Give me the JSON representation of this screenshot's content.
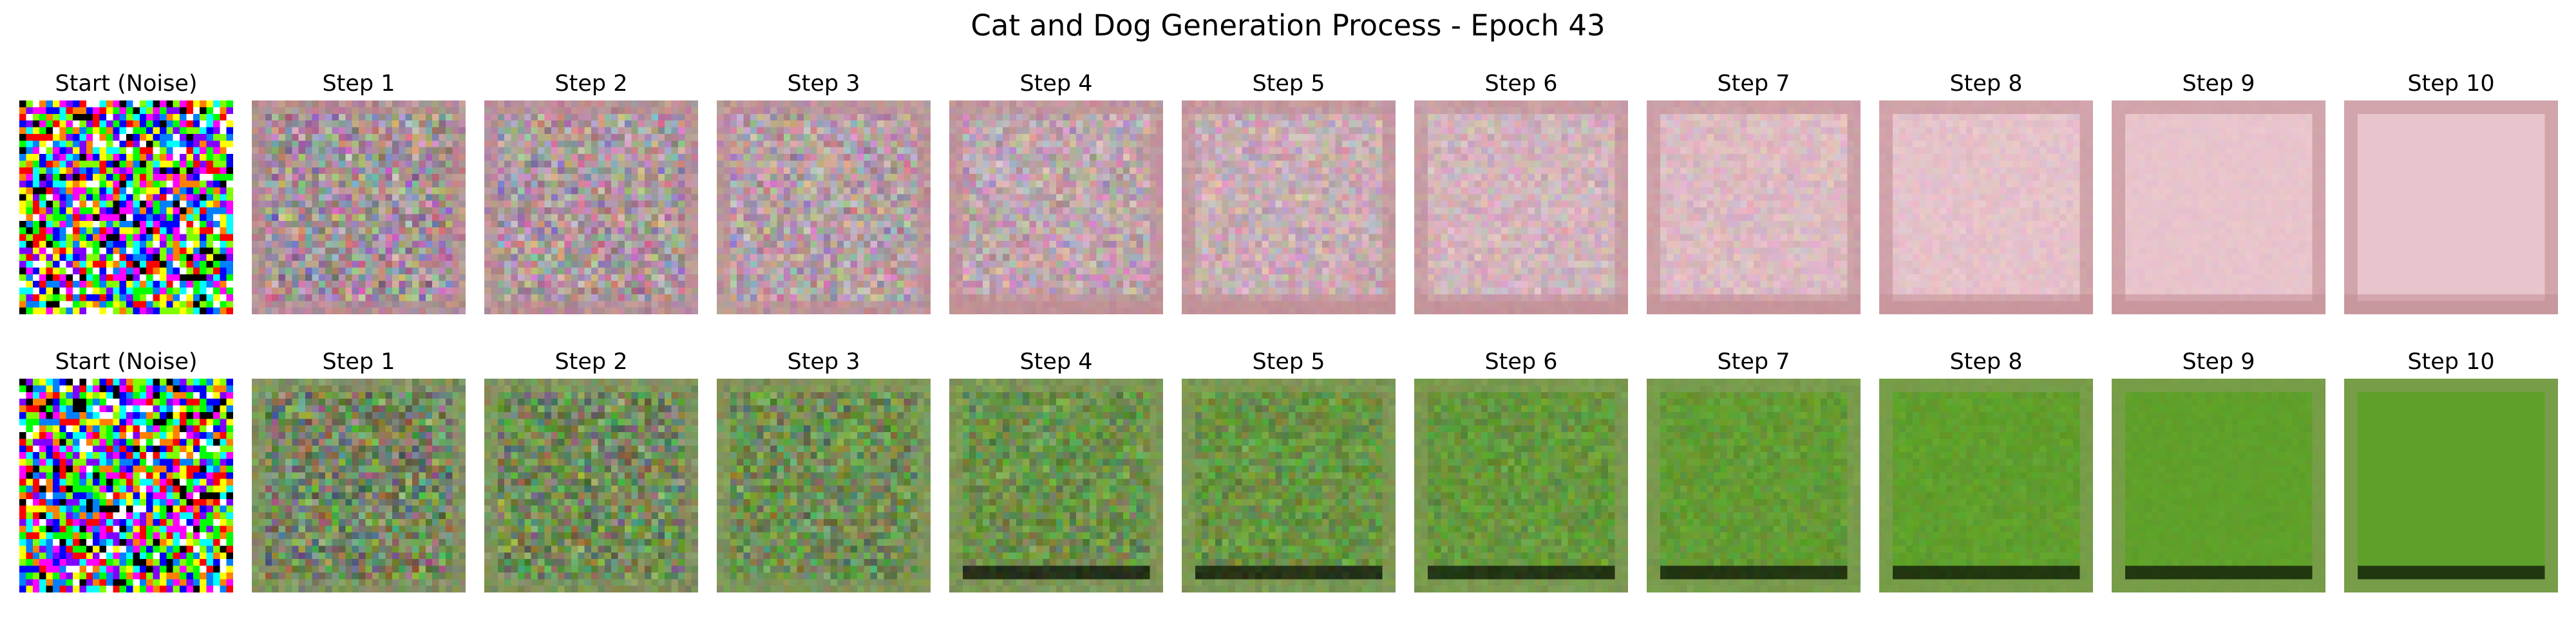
{
  "figure": {
    "title": "Cat and Dog Generation Process - Epoch 43"
  },
  "rows": [
    {
      "panel_titles": [
        "Start (Noise)",
        "Step 1",
        "Step 2",
        "Step 3",
        "Step 4",
        "Step 5",
        "Step 6",
        "Step 7",
        "Step 8",
        "Step 9",
        "Step 10"
      ],
      "theme_color": "#e8c4cc",
      "border_color": "#c08a90"
    },
    {
      "panel_titles": [
        "Start (Noise)",
        "Step 1",
        "Step 2",
        "Step 3",
        "Step 4",
        "Step 5",
        "Step 6",
        "Step 7",
        "Step 8",
        "Step 9",
        "Step 10"
      ],
      "theme_color": "#5fa02a",
      "border_color": "#8a9a60"
    }
  ]
}
